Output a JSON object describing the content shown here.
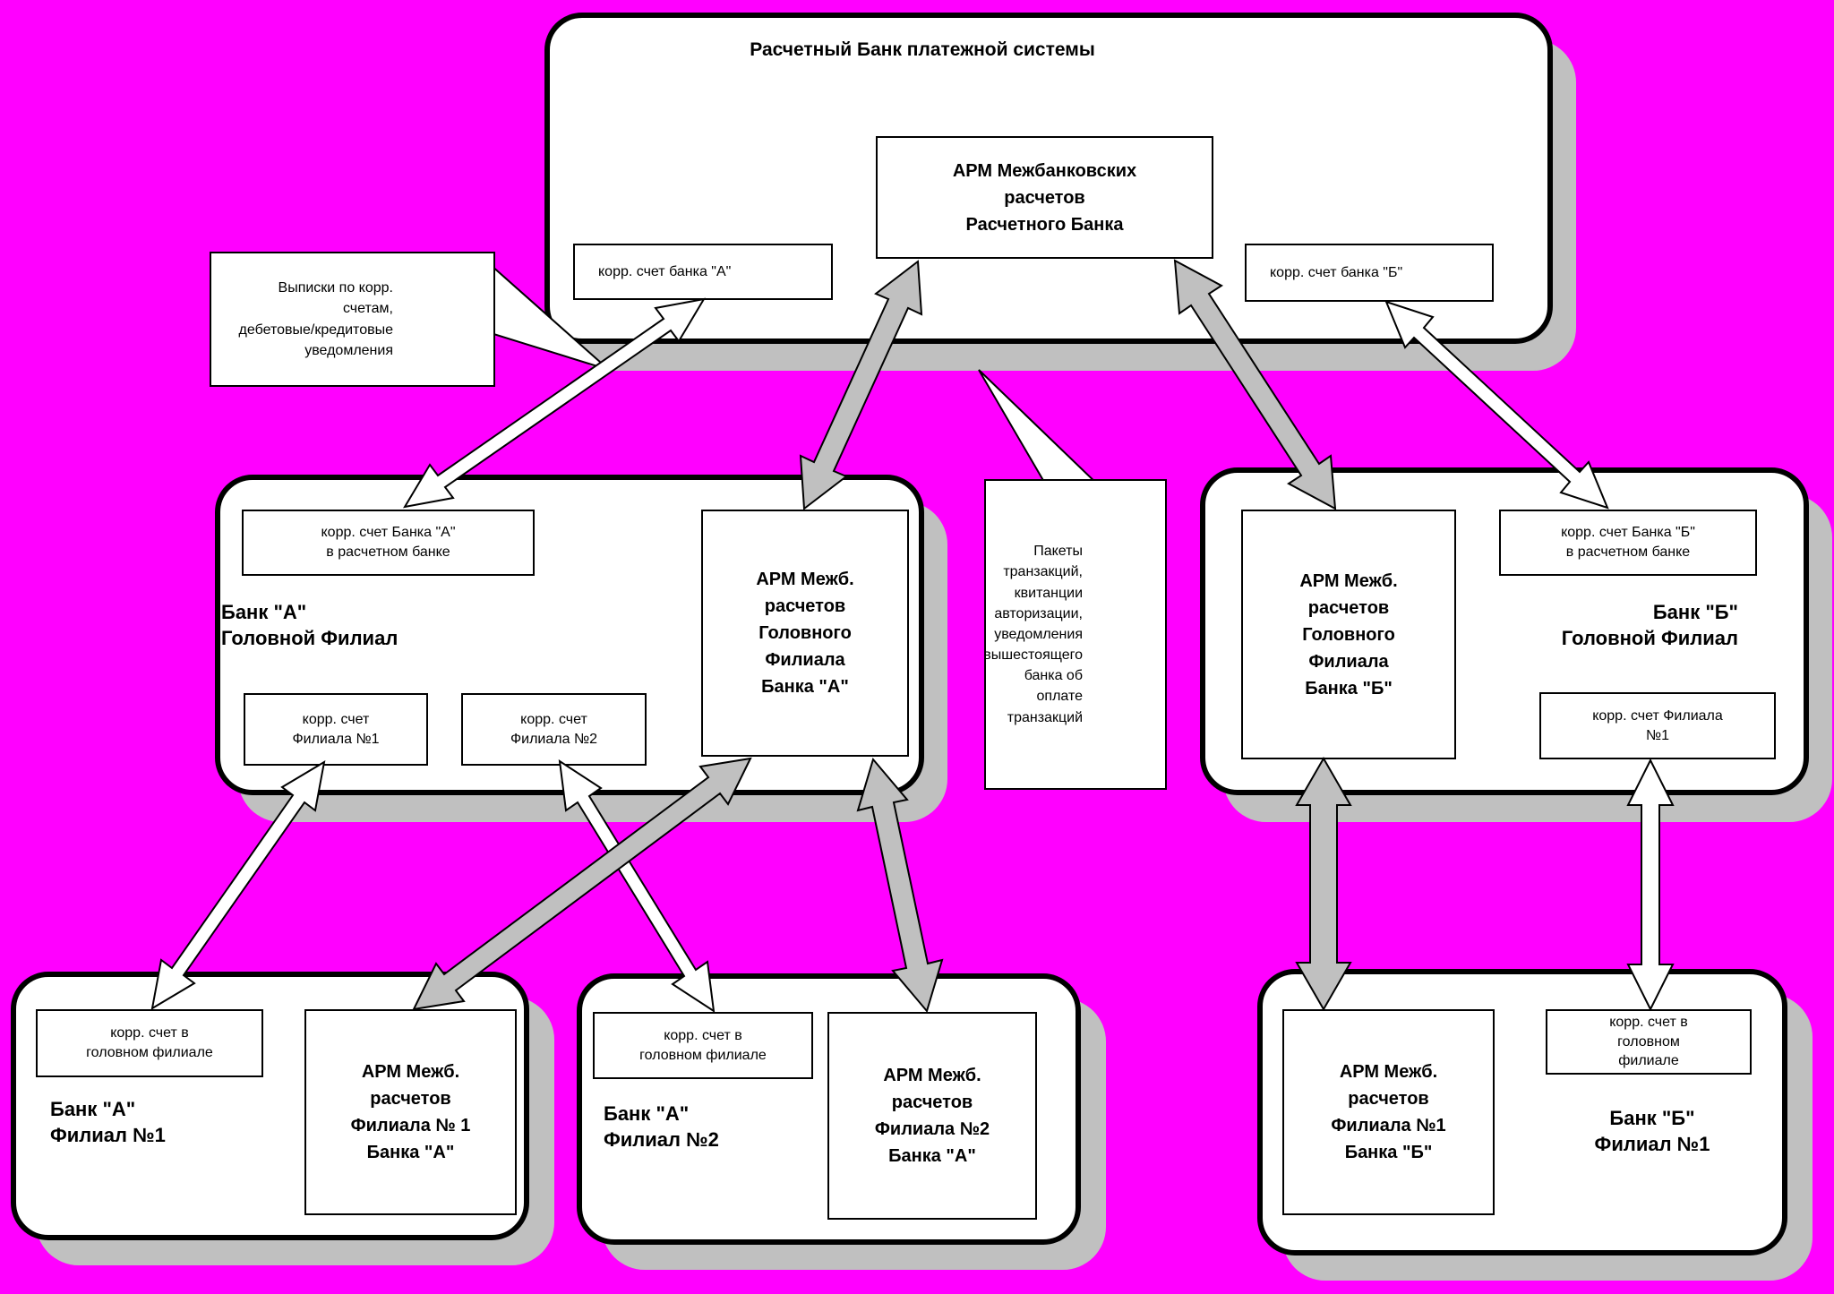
{
  "settlement_bank": {
    "title": "Расчетный Банк платежной системы",
    "arm_label": "АРМ Межбанковских\nрасчетов\nРасчетного Банка",
    "corr_account_a": "корр. счет банка \"А\"",
    "corr_account_b": "корр. счет банка \"Б\""
  },
  "callouts": {
    "statements": "Выписки по корр.\nсчетам,\nдебетовые/кредитовые\nуведомления",
    "packets": "Пакеты\nтранзакций,\nквитанции\nавторизации,\nуведомления\nвышестоящего\nбанка об\nоплате\nтранзакций"
  },
  "bank_a_head_office": {
    "name": "Банк \"А\"\nГоловной Филиал",
    "corr_in_settlement": "корр. счет Банка \"А\"\nв расчетном банке",
    "arm_label": "АРМ Межб.\nрасчетов\nГоловного\nФилиала\nБанка \"А\"",
    "corr_branch1": "корр. счет\nФилиала №1",
    "corr_branch2": "корр. счет\nФилиала №2"
  },
  "bank_b_head_office": {
    "name": "Банк \"Б\"\nГоловной Филиал",
    "corr_in_settlement": "корр. счет Банка \"Б\"\nв расчетном банке",
    "arm_label": "АРМ Межб.\nрасчетов\nГоловного\nФилиала\nБанка \"Б\"",
    "corr_branch1": "корр. счет Филиала\n№1"
  },
  "bank_a_branch1": {
    "name": "Банк \"А\"\nФилиал №1",
    "corr_in_head": "корр. счет в\nголовном филиале",
    "arm_label": "АРМ Межб.\nрасчетов\nФилиала № 1\nБанка \"А\""
  },
  "bank_a_branch2": {
    "name": "Банк \"А\"\nФилиал №2",
    "corr_in_head": "корр. счет в\nголовном филиале",
    "arm_label": "АРМ Межб.\nрасчетов\nФилиала №2\nБанка \"А\""
  },
  "bank_b_branch1": {
    "name": "Банк \"Б\"\nФилиал №1",
    "corr_in_head": "корр. счет в\nголовном\nфилиале",
    "arm_label": "АРМ Межб.\nрасчетов\nФилиала №1\nБанка \"Б\""
  },
  "colors": {
    "background": "#ff00ff",
    "shadow": "#c0c0c0",
    "arrow_gray": "#c0c0c0",
    "arrow_white": "#ffffff",
    "box_fill": "#ffffff",
    "border": "#000000"
  }
}
